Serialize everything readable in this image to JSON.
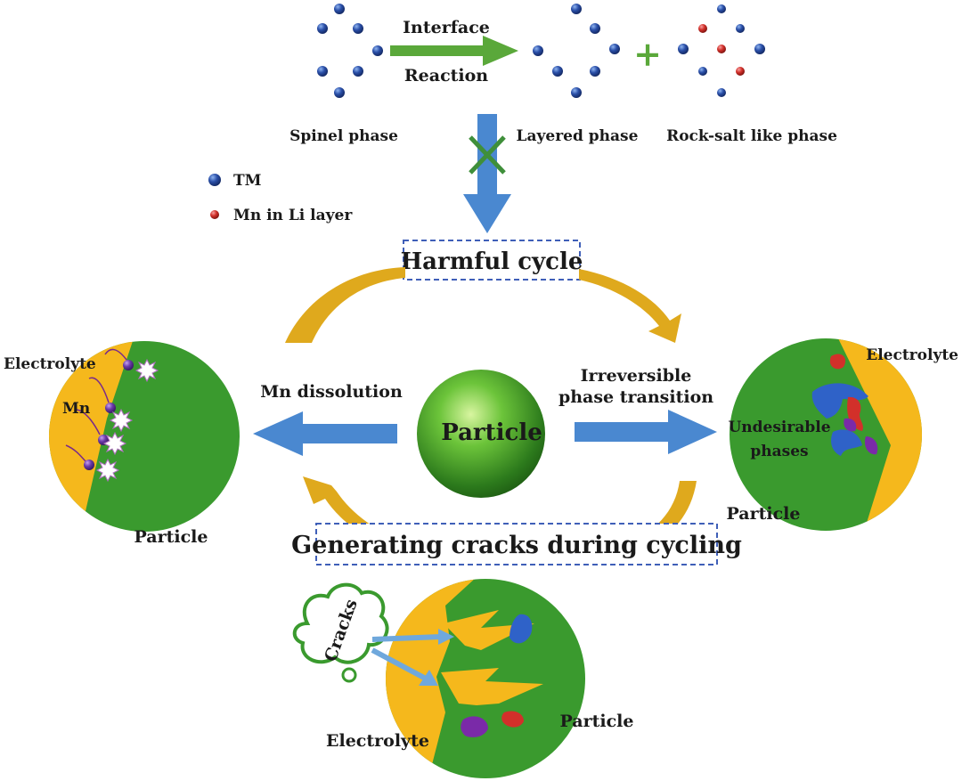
{
  "top": {
    "arrow_label_top": "Interface",
    "arrow_label_bottom": "Reaction",
    "spinel_label": "Spinel phase",
    "layered_label": "Layered phase",
    "rocksalt_label": "Rock-salt like phase",
    "plus_symbol": "+"
  },
  "legend": {
    "tm_label": "TM",
    "mn_label": "Mn in Li layer",
    "tm_color": "#2a4fa8",
    "mn_color": "#d2302a"
  },
  "cycle": {
    "harmful_title": "Harmful cycle",
    "cracks_title": "Generating cracks during cycling",
    "center_label": "Particle",
    "left_arrow_label": "Mn dissolution",
    "right_arrow_label_line1": "Irreversible",
    "right_arrow_label_line2": "phase transition"
  },
  "left_particle": {
    "electrolyte_label": "Electrolyte",
    "mn_label": "Mn",
    "particle_label": "Particle"
  },
  "right_particle": {
    "electrolyte_label": "Electrolyte",
    "phases_line1": "Undesirable",
    "phases_line2": "phases",
    "particle_label": "Particle"
  },
  "bottom_particle": {
    "cracks_label": "Cracks",
    "particle_label": "Particle",
    "electrolyte_label": "Electrolyte"
  },
  "colors": {
    "particle_green": "#3a9a2e",
    "electrolyte_yellow": "#f5b81c",
    "arrow_blue": "#4a88d0",
    "cycle_gold": "#dfa91d",
    "top_arrow_green": "#5aa83a",
    "cross_green": "#3f8f3a",
    "dash_blue": "#3f5fb8"
  }
}
